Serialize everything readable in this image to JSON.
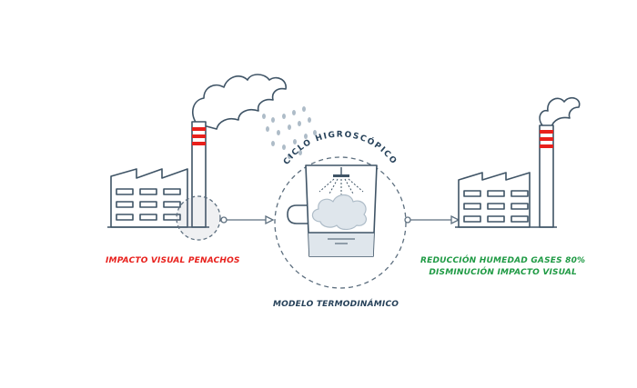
{
  "labels": {
    "left": "IMPACTO VISUAL PENACHOS",
    "right_line1": "REDUCCIÓN HUMEDAD GASES 80%",
    "right_line2": "DISMINUCIÓN IMPACTO VISUAL",
    "center_arc": "CICLO HIGROSCÓPICO",
    "model": "MODELO TERMODINÁMICO"
  },
  "colors": {
    "outline": "#3f5466",
    "stripe_red": "#e8201c",
    "label_red": "#e8201c",
    "label_green": "#1f9a44",
    "label_navy": "#27425a",
    "drops": "#aebcc8",
    "cloud_fill": "#dfe6ec"
  }
}
